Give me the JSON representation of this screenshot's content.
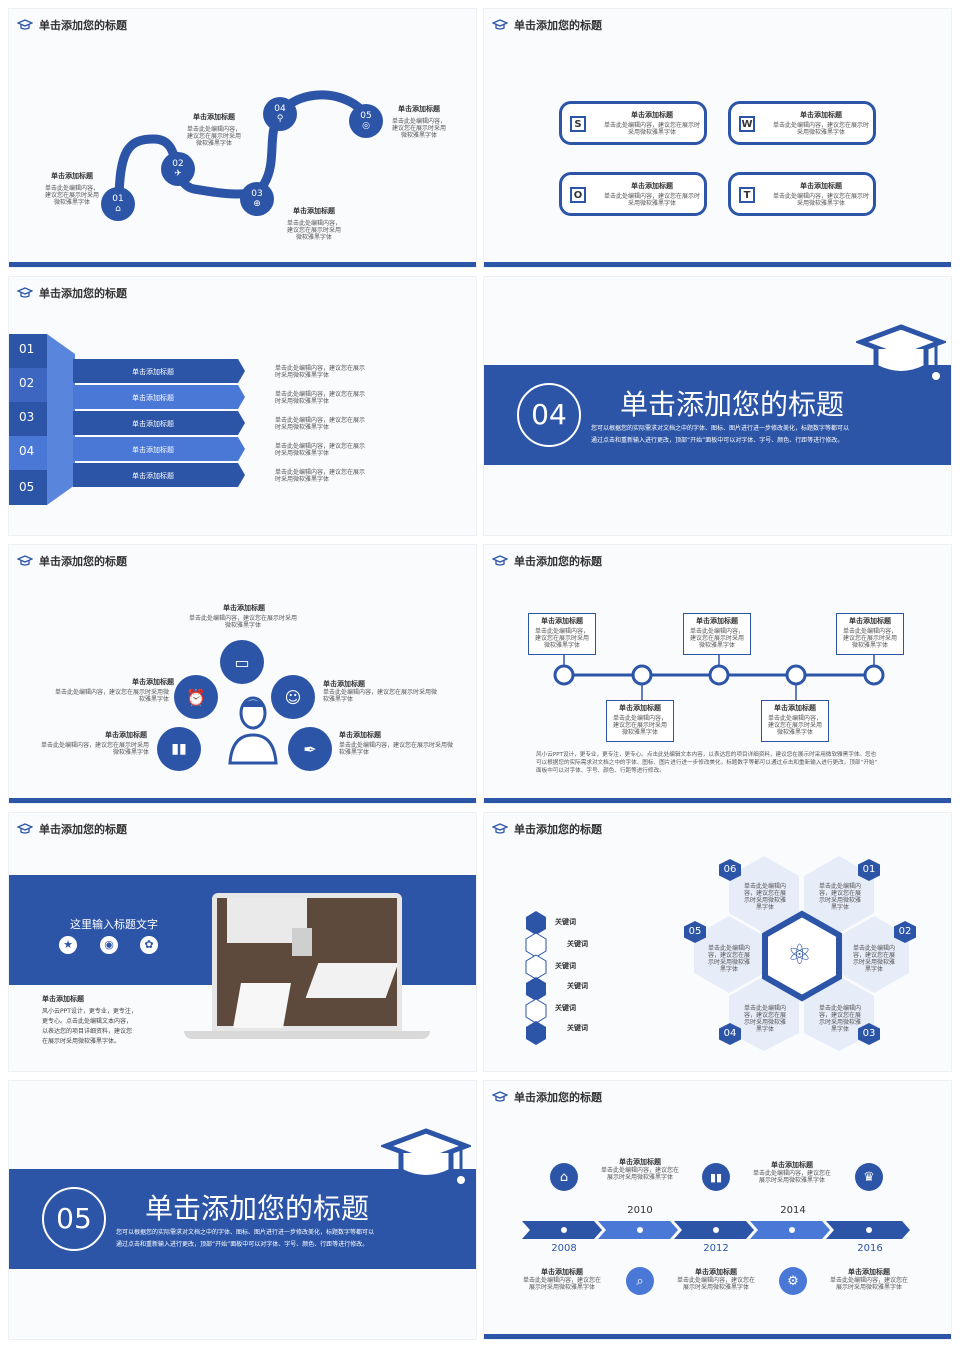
{
  "common": {
    "slide_title": "单击添加您的标题",
    "add_title": "单击添加标题",
    "desc_short": "单击此处编辑内容，建议您在展示时采用微软雅黑字体",
    "desc_a": "单击此处编辑内容，",
    "desc_b": "建议您在展示时采用",
    "desc_c": "微软雅黑字体"
  },
  "s1": {
    "nums": [
      "01",
      "02",
      "03",
      "04",
      "05"
    ]
  },
  "s2": {
    "letters": [
      "S",
      "W",
      "O",
      "T"
    ]
  },
  "s3": {
    "nums": [
      "01",
      "02",
      "03",
      "04",
      "05"
    ],
    "label": "单击添加标题",
    "desc1": "单击此处编辑内容，建议您在展示",
    "desc2": "时采用微软雅黑字体"
  },
  "s4": {
    "number": "04",
    "heading": "单击添加您的标题",
    "line1": "您可以根据您的实际需求对文档之中的字体、图标、图片进行进一步修改美化，标题数字等都可以",
    "line2": "通过点击和重新输入进行更改，顶部“开始”面板中可以对字体、字号、颜色、行距等进行修改。"
  },
  "s6": {
    "paragraph1": "风小云PPT设计，更专业，更专注，更专心。点击此处编辑文本内容，以表达您的项目详细资料，建议您在展示时采用微软雅黑字体。您也",
    "paragraph2": "可以根据您的实际需求对文档之中的字体、图标、图片进行进一步修改美化，标题数字等都可以通过点击和重新输入进行更改，顶部“开始”",
    "paragraph3": "面板中可以对字体、字号、颜色、行距等进行修改。"
  },
  "s7": {
    "heading": "这里输入标题文字",
    "sub": "单击添加标题",
    "p1": "风小云PPT设计，更专业，更专注，",
    "p2": "更专心。点击此处编辑文本内容，",
    "p3": "以表达您的项目详细资料，建议您",
    "p4": "在展示时采用微软雅黑字体。"
  },
  "s8": {
    "keyword": "关键词",
    "nums": [
      "01",
      "02",
      "03",
      "04",
      "05",
      "06"
    ],
    "hexdesc1": "单击此处编辑内",
    "hexdesc2": "容，建议您在展",
    "hexdesc3": "示时采用微软雅",
    "hexdesc4": "黑字体"
  },
  "s9": {
    "number": "05",
    "heading": "单击添加您的标题",
    "line1": "您可以根据您的实际需求对文档之中的字体、图标、图片进行进一步修改美化，标题数字等都可以",
    "line2": "通过点击和重新输入进行更改，顶部“开始”面板中可以对字体、字号、颜色、行距等进行修改。"
  },
  "s10": {
    "years": [
      "2008",
      "2010",
      "2012",
      "2014",
      "2016"
    ]
  },
  "colors": {
    "primary": "#2c55a7",
    "light": "#4a78d6",
    "pale": "#e6ecf8"
  }
}
